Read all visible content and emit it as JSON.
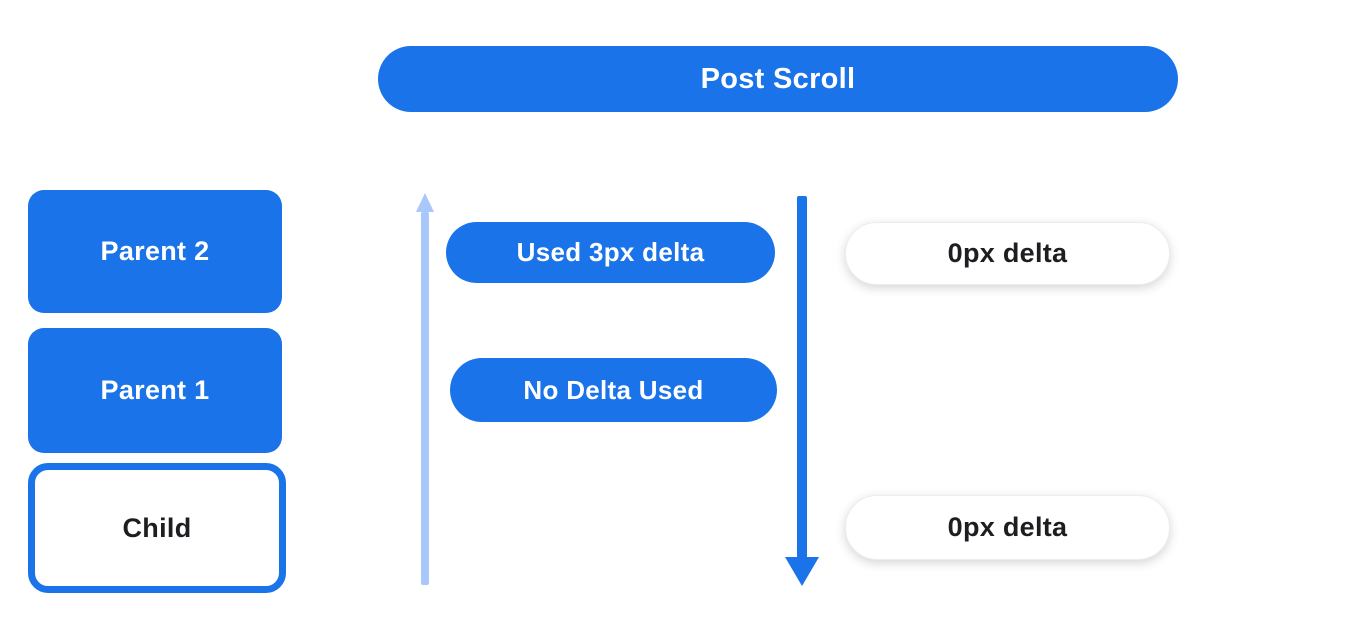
{
  "header": {
    "label": "Post Scroll"
  },
  "colors": {
    "primary_blue": "#1A73E8",
    "light_blue": "#A8C7FA",
    "text_dark": "#1C1E21",
    "canvas_bg": "#FFFFFF"
  },
  "left_column": {
    "boxes": [
      {
        "label": "Parent 2",
        "variant": "filled-blue"
      },
      {
        "label": "Parent 1",
        "variant": "filled-blue"
      },
      {
        "label": "Child",
        "variant": "white-outlined-blue"
      }
    ]
  },
  "middle_column": {
    "up_arrow": "light-blue-upward-arrow",
    "down_arrow": "blue-downward-arrow",
    "pills": [
      {
        "label": "Used 3px delta"
      },
      {
        "label": "No Delta Used"
      }
    ]
  },
  "right_column": {
    "pills": [
      {
        "label": "0px delta"
      },
      {
        "label": "0px delta"
      }
    ]
  }
}
